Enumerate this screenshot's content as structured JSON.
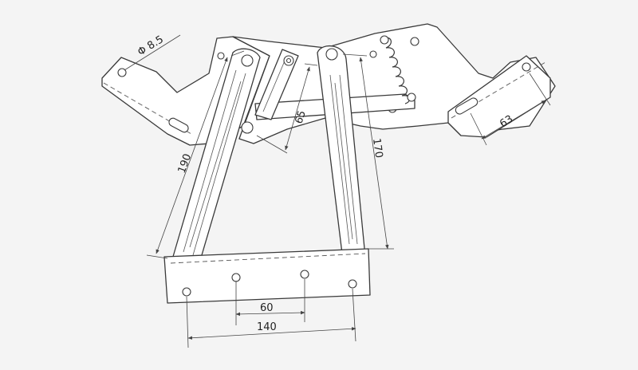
{
  "dimensions": {
    "hole_diameter": "Φ 8.5",
    "dim_190": "190",
    "dim_65": "65",
    "dim_170": "170",
    "dim_63": "63",
    "dim_60": "60",
    "dim_140": "140"
  },
  "colors": {
    "background": "#f4f4f4",
    "stroke": "#3a3a3a",
    "part_fill": "#ffffff"
  }
}
